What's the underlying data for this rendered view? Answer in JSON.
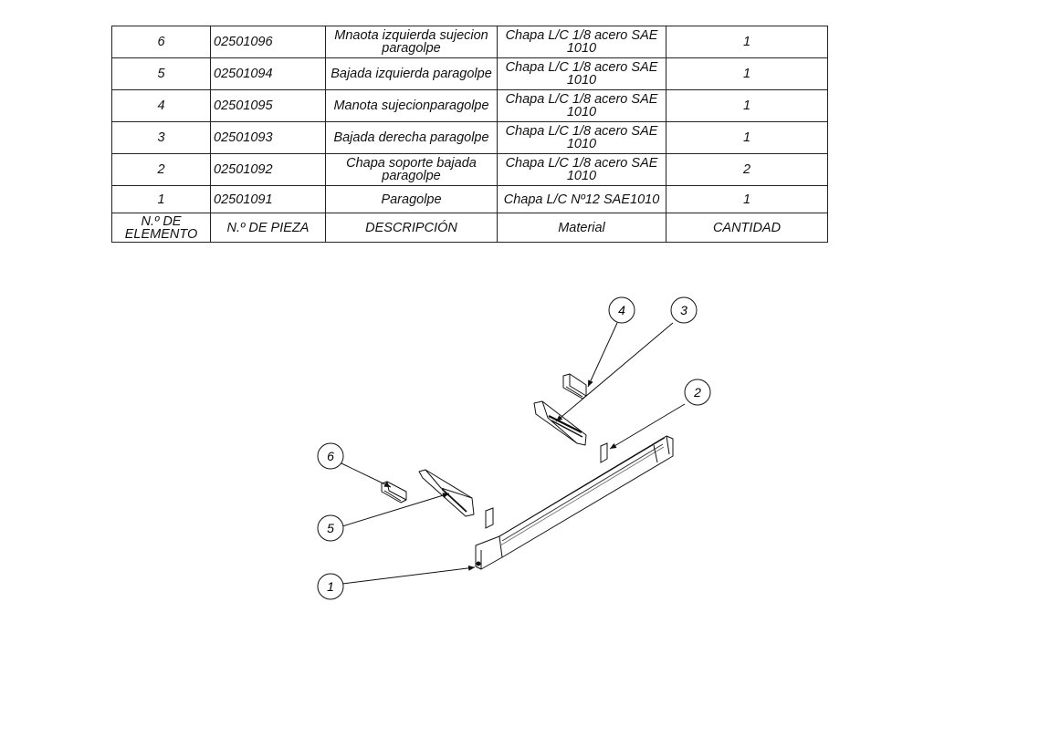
{
  "bom": {
    "headers": {
      "element": [
        "N.º DE",
        "ELEMENTO"
      ],
      "part": "N.º DE PIEZA",
      "description": "DESCRIPCIÓN",
      "material": "Material",
      "quantity": "CANTIDAD"
    },
    "rows": [
      {
        "element": "6",
        "part": "02501096",
        "description": [
          "Mnaota izquierda sujecion",
          "paragolpe"
        ],
        "material": [
          "Chapa L/C 1/8 acero SAE",
          "1010"
        ],
        "quantity": "1"
      },
      {
        "element": "5",
        "part": "02501094",
        "description": [
          "Bajada izquierda paragolpe"
        ],
        "material": [
          "Chapa L/C 1/8 acero SAE",
          "1010"
        ],
        "quantity": "1"
      },
      {
        "element": "4",
        "part": "02501095",
        "description": [
          "Manota sujecionparagolpe"
        ],
        "material": [
          "Chapa L/C 1/8 acero SAE",
          "1010"
        ],
        "quantity": "1"
      },
      {
        "element": "3",
        "part": "02501093",
        "description": [
          "Bajada derecha paragolpe"
        ],
        "material": [
          "Chapa L/C 1/8 acero SAE",
          "1010"
        ],
        "quantity": "1"
      },
      {
        "element": "2",
        "part": "02501092",
        "description": [
          "Chapa soporte bajada",
          "paragolpe"
        ],
        "material": [
          "Chapa L/C 1/8 acero SAE",
          "1010"
        ],
        "quantity": "2"
      },
      {
        "element": "1",
        "part": "02501091",
        "description": [
          "Paragolpe"
        ],
        "material": [
          "Chapa L/C Nº12 SAE1010"
        ],
        "quantity": "1"
      }
    ]
  },
  "balloons": {
    "b1": "1",
    "b2": "2",
    "b3": "3",
    "b4": "4",
    "b5": "5",
    "b6": "6"
  }
}
